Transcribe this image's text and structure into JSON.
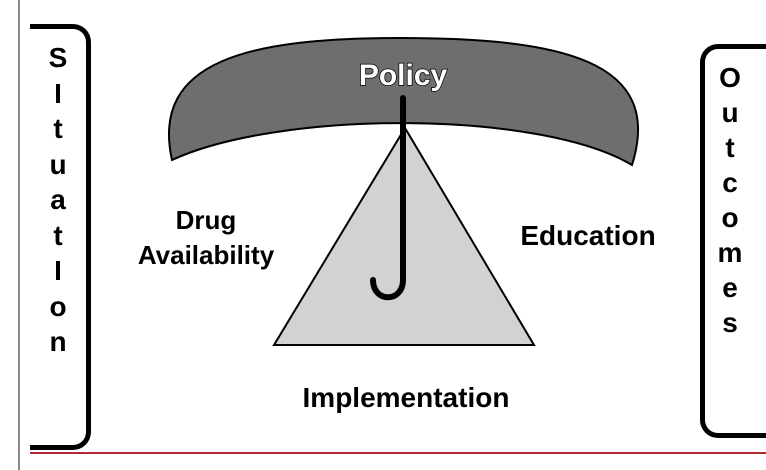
{
  "situation": {
    "letters": [
      "S",
      "I",
      "t",
      "u",
      "a",
      "t",
      "I",
      "o",
      "n"
    ]
  },
  "outcomes": {
    "letters": [
      "O",
      "u",
      "t",
      "c",
      "o",
      "m",
      "e",
      "s"
    ]
  },
  "diagram": {
    "policy_label": "Policy",
    "left_label_line1": "Drug",
    "left_label_line2": "Availability",
    "right_label": "Education",
    "bottom_label": "Implementation"
  },
  "colors": {
    "umbrella_canopy": "#6e6e6e",
    "triangle_fill": "#d2d2d2",
    "accent_rule": "#b0283a",
    "border": "#000000"
  }
}
